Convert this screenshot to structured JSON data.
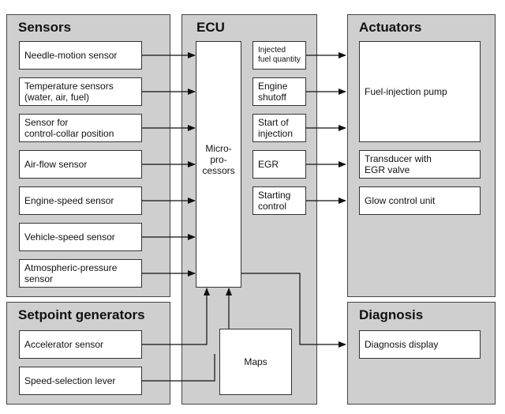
{
  "panels": {
    "sensors": "Sensors",
    "ecu": "ECU",
    "actuators": "Actuators",
    "setpoint": "Setpoint generators",
    "diagnosis": "Diagnosis"
  },
  "sensors": [
    "Needle-motion sensor",
    "Temperature sensors\n(water, air, fuel)",
    "Sensor for\ncontrol-collar position",
    "Air-flow sensor",
    "Engine-speed sensor",
    "Vehicle-speed sensor",
    "Atmospheric-pressure\nsensor"
  ],
  "setpoints": [
    "Accelerator sensor",
    "Speed-selection lever"
  ],
  "ecu": {
    "processor": "Micro-\npro-\ncessors",
    "maps": "Maps",
    "functions": [
      "Injected\nfuel quantity",
      "Engine\nshutoff",
      "Start of\ninjection",
      "EGR",
      "Starting\ncontrol"
    ]
  },
  "actuators": [
    "Fuel-injection pump",
    "Transducer with\nEGR valve",
    "Glow control unit"
  ],
  "diagnosis": [
    "Diagnosis display"
  ]
}
